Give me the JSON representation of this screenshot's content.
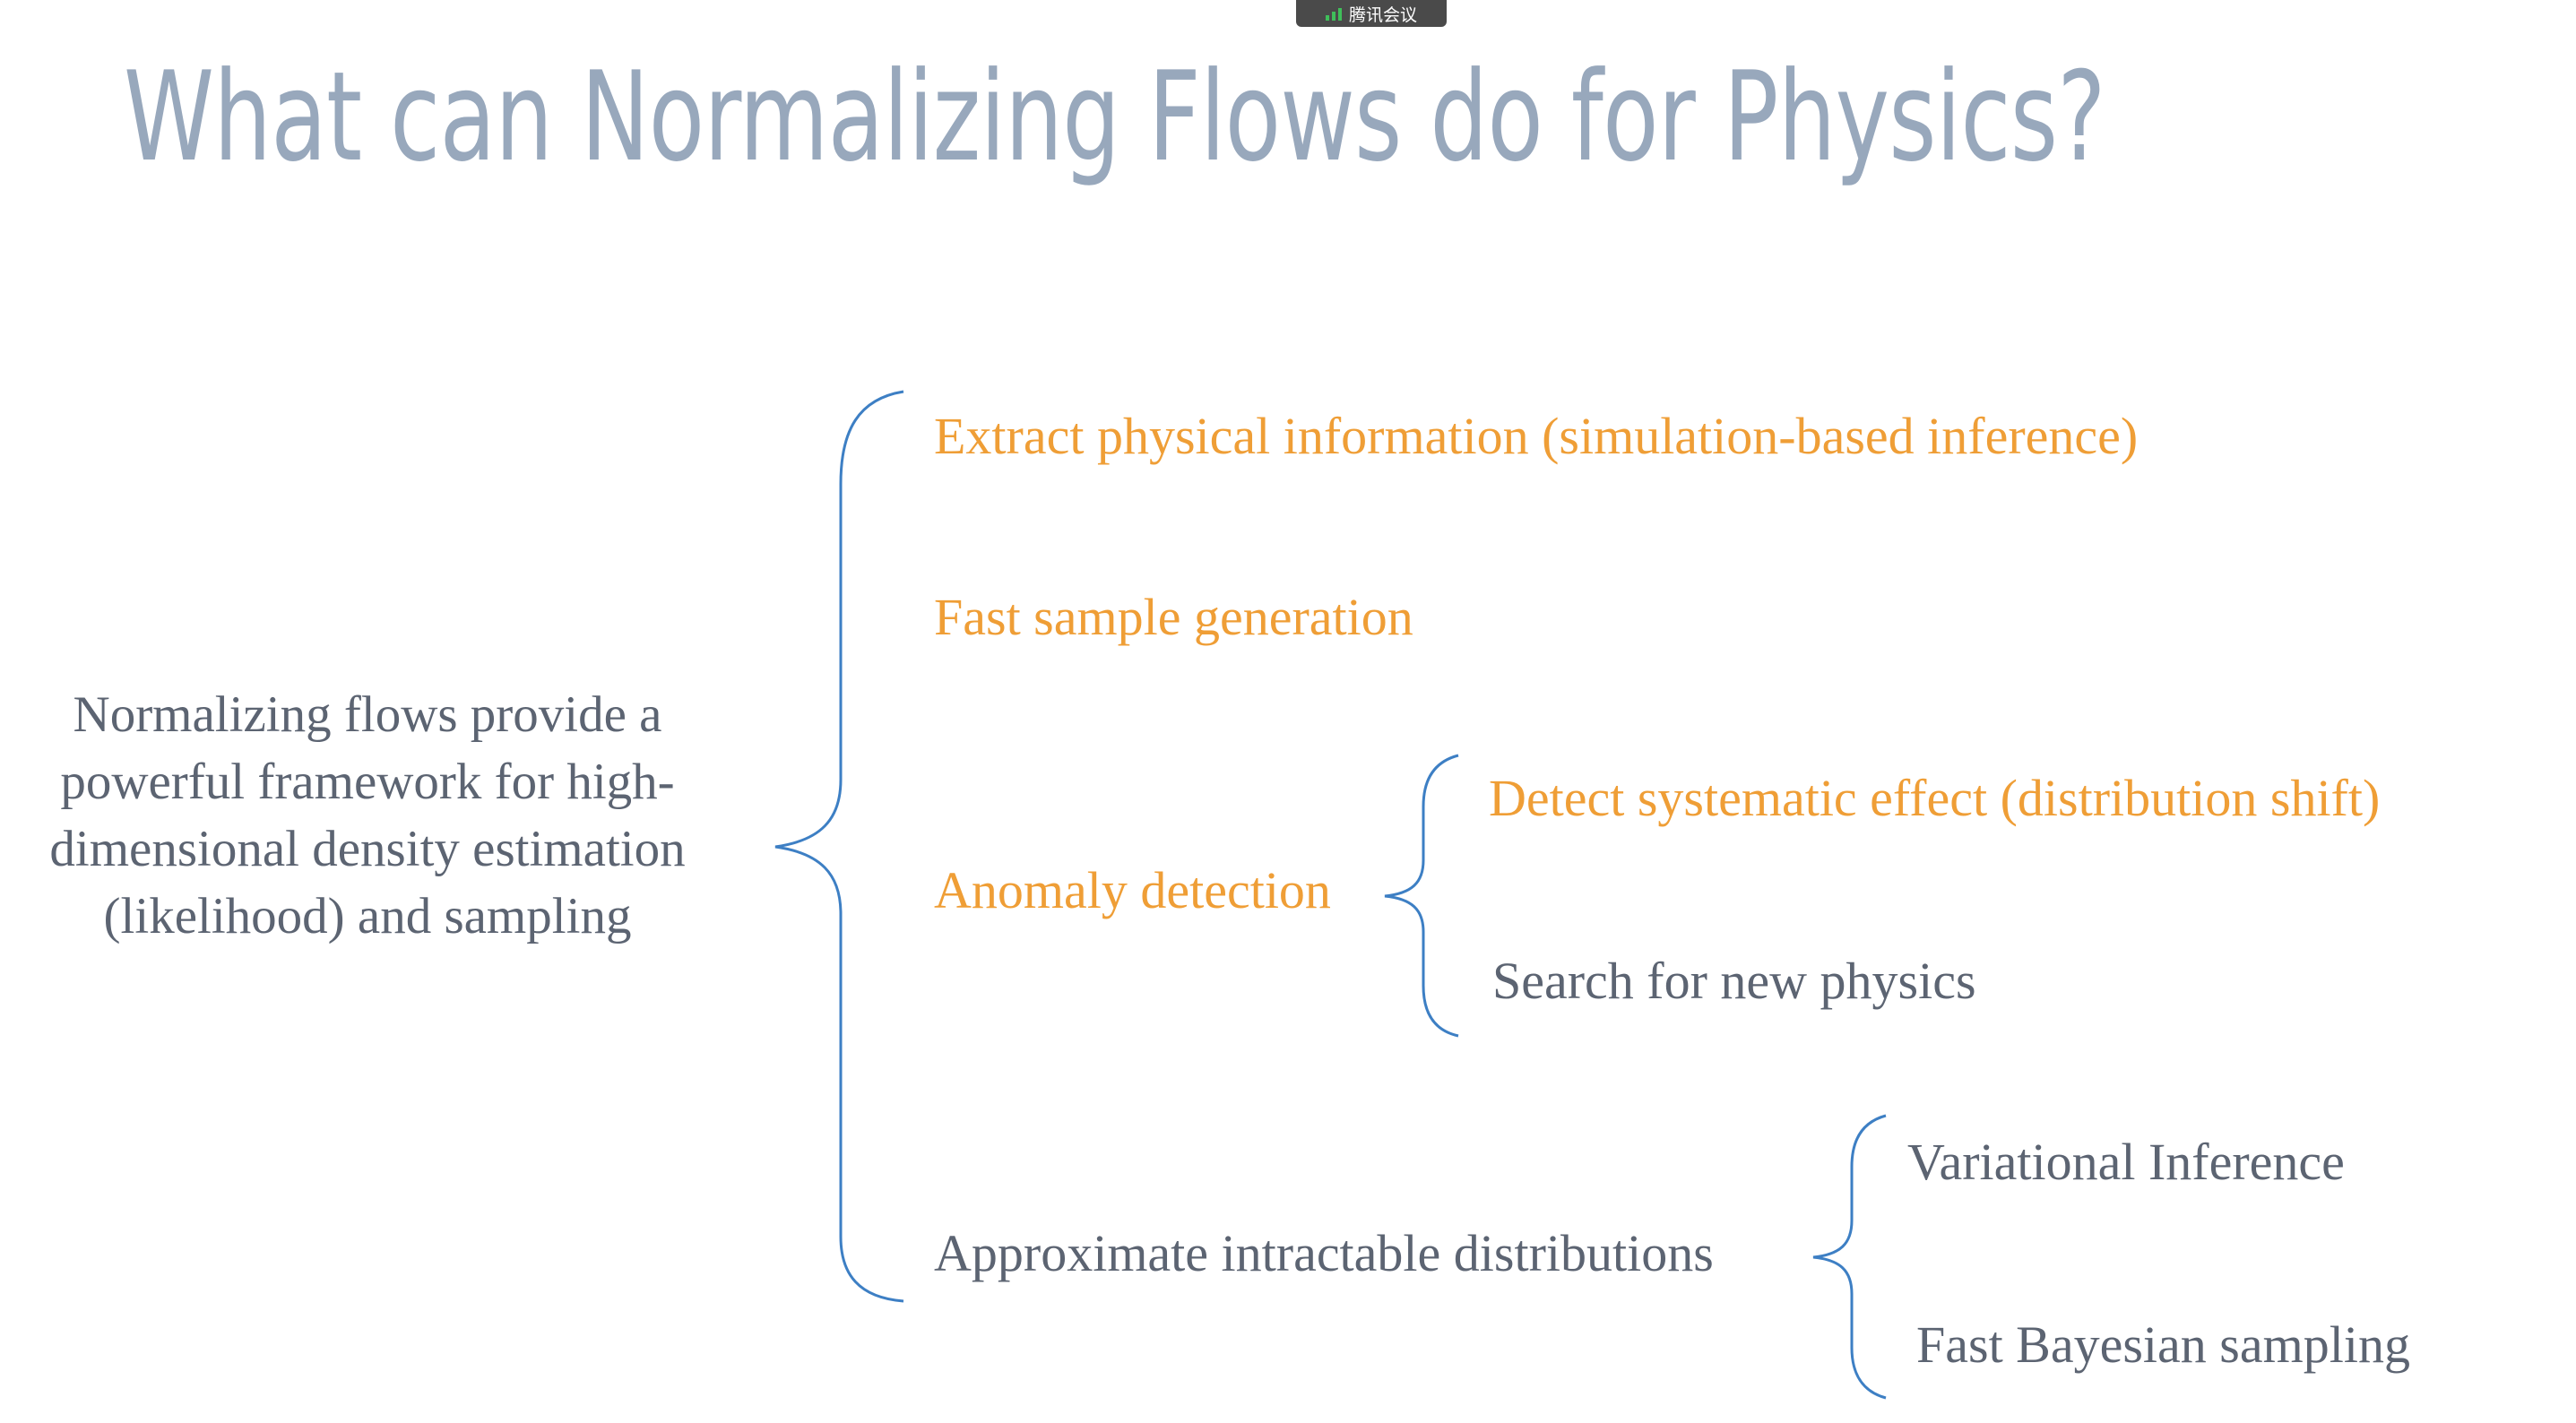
{
  "meeting_bar": {
    "label": "腾讯会议",
    "signal_icon": "signal-bars-icon"
  },
  "slide": {
    "title": "What can Normalizing Flows do for Physics?",
    "summary": "Normalizing flows provide a powerful framework for high-dimensional density estimation (likelihood) and sampling",
    "items": {
      "extract": "Extract physical information (simulation-based inference)",
      "fast_sample": "Fast sample generation",
      "anomaly": "Anomaly detection",
      "detect_systematic": "Detect systematic effect (distribution shift)",
      "search_new_physics": "Search for new physics",
      "approximate": "Approximate intractable distributions",
      "variational": "Variational Inference",
      "fast_bayesian": "Fast Bayesian sampling"
    }
  },
  "colors": {
    "title": "#98a8bc",
    "highlight": "#ef9e36",
    "text": "#5c6472",
    "brace": "#3d7fc4"
  }
}
